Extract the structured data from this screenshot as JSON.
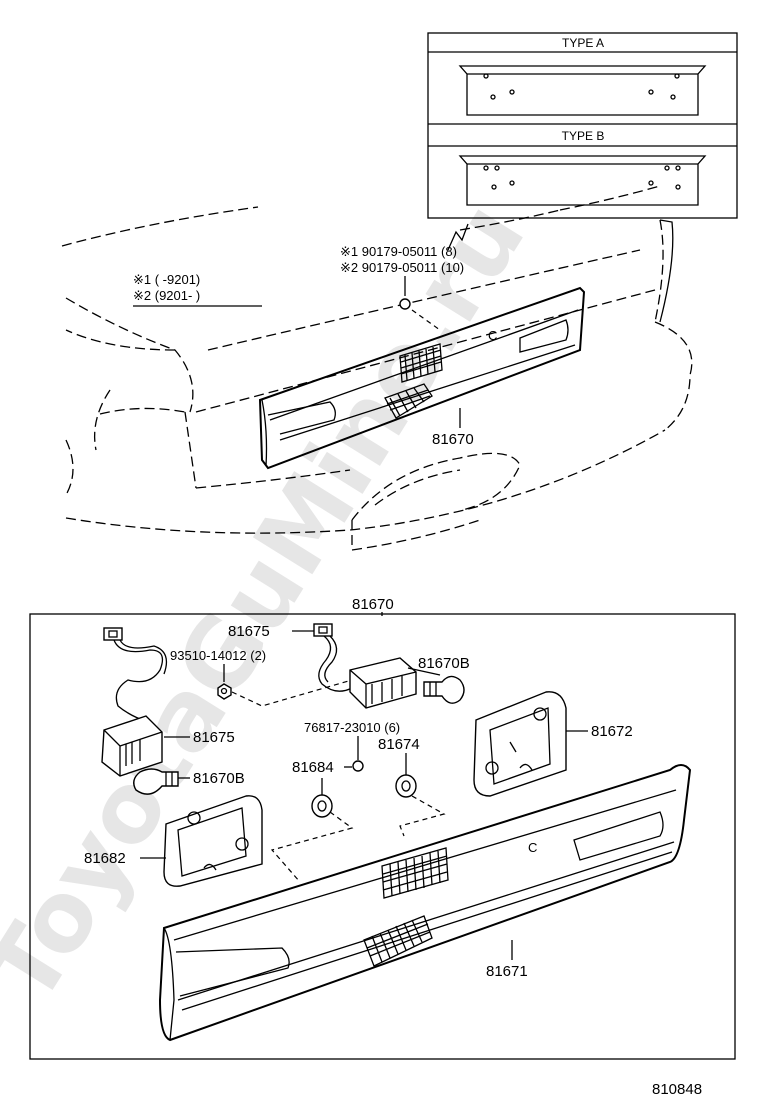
{
  "watermark": "ToyotaGuMine.ru",
  "inset": {
    "type_a": "TYPE A",
    "type_b": "TYPE B"
  },
  "legend": {
    "line1": "※1 (     -9201)",
    "line2": "※2 (9201-      )"
  },
  "callouts": {
    "bolt1": "※1 90179-05011 (8)",
    "bolt2": "※2 90179-05011 (10)",
    "garnish_top": "81670",
    "assembly": "81670",
    "socket_right": "81675",
    "nut": "93510-14012 (2)",
    "bulb_right": "81670B",
    "socket_left": "81675",
    "clip": "76817-23010 (6)",
    "grommet_r": "81674",
    "lens_right": "81672",
    "grommet_l": "81684",
    "bulb_left": "81670B",
    "lens_left": "81682",
    "garnish": "81671"
  },
  "diagram_code": "810848"
}
